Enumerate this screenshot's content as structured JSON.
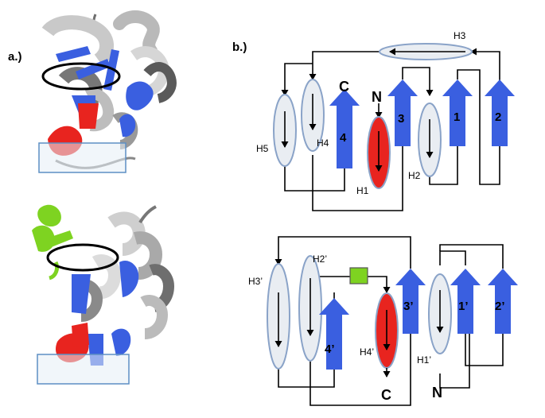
{
  "panel_a": {
    "label": "a.)"
  },
  "panel_b": {
    "label": "b.)"
  },
  "top_topology": {
    "helices": {
      "h1": "H1",
      "h2": "H2",
      "h3": "H3",
      "h4": "H4",
      "h5": "H5"
    },
    "strands": {
      "s1": "1",
      "s2": "2",
      "s3": "3",
      "s4": "4"
    },
    "n_term": "N",
    "c_term": "C"
  },
  "bottom_topology": {
    "helices": {
      "h1": "H1’",
      "h2": "H2’",
      "h3": "H3’",
      "h4": "H4’"
    },
    "strands": {
      "s1": "1’",
      "s2": "2’",
      "s3": "3’",
      "s4": "4’"
    },
    "n_term": "N",
    "c_term": "C"
  },
  "colors": {
    "strand_blue": "#3a5fe0",
    "helix_red": "#e8241f",
    "helix_fill": "#e9edf2",
    "helix_border": "#8aa3c8",
    "insert_green": "#7ed321",
    "box_border": "#5d8fc4",
    "gray_dark": "#6c6c6c",
    "gray_light": "#c4c4c4"
  }
}
